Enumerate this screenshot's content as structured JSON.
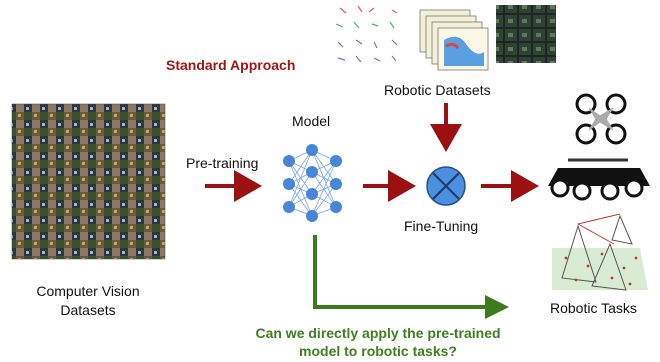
{
  "standard_approach": "Standard Approach",
  "robotic_datasets": "Robotic Datasets",
  "model": "Model",
  "pre_training": "Pre-training",
  "fine_tuning": "Fine-Tuning",
  "cv_datasets": [
    "Computer Vision",
    "Datasets"
  ],
  "robotic_tasks": "Robotic Tasks",
  "question": [
    "Can we directly apply the pre-trained",
    "model to robotic tasks?"
  ],
  "colors": {
    "arrow_red": "#9b1010",
    "arrow_green": "#3d7a1e",
    "network_blue": "#4a86d8",
    "finetune_blue": "#4b8fe0",
    "title_red": "#a31515",
    "question_green": "#3f7f1e"
  },
  "icons": [
    "image-grid-thumbnail",
    "neural-network-icon",
    "fine-tune-circle-x-icon",
    "drone-icon",
    "robot-rover-icon",
    "multi-view-cameras-icon",
    "point-cloud-icon",
    "stacked-scans-icon",
    "dark-image-grid-icon"
  ]
}
